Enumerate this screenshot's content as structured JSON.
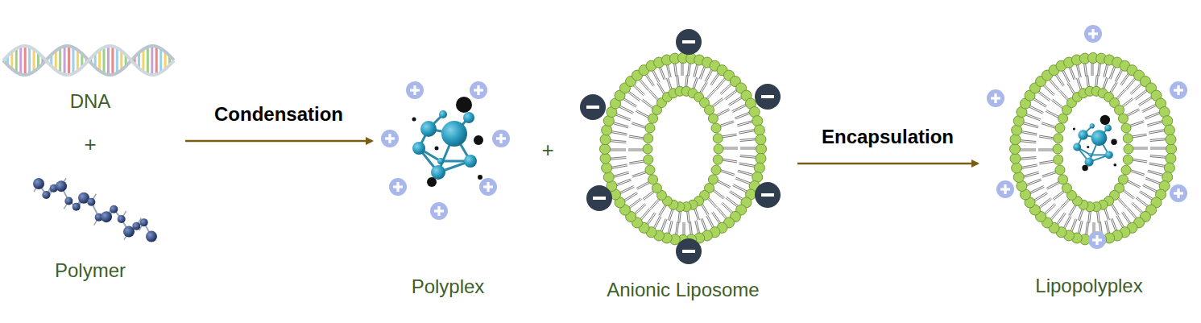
{
  "diagram": {
    "nodes": [
      {
        "text": [
          "DNA",
          "+",
          "Polymer"
        ]
      },
      {
        "text": [
          "Polyplex"
        ]
      },
      {
        "text": [
          "Anionic Liposome"
        ]
      },
      {
        "text": [
          "Lipopolyplex"
        ]
      }
    ],
    "edges": [
      {
        "from": 0,
        "to": 1,
        "label": "Condensation",
        "arrow": "to"
      },
      {
        "from": 2,
        "to": 3,
        "label": "Encapsulation",
        "arrow": "to"
      }
    ],
    "labels": [
      "+"
    ]
  }
}
